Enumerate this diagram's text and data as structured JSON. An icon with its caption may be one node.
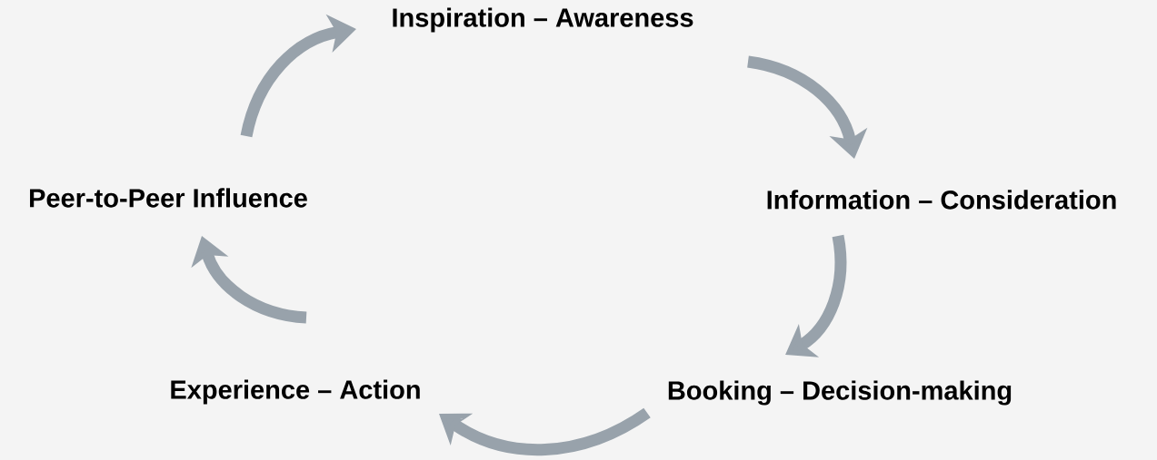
{
  "diagram": {
    "nodes": [
      {
        "text": [
          "Inspiration – Awareness"
        ]
      },
      {
        "text": [
          "Information – Consideration"
        ]
      },
      {
        "text": [
          "Booking – Decision-making"
        ]
      },
      {
        "text": [
          "Experience – Action"
        ]
      },
      {
        "text": [
          "Peer-to-Peer Influence"
        ]
      }
    ],
    "edges": [
      {
        "from": 0,
        "to": 1,
        "arrow": "to"
      },
      {
        "from": 1,
        "to": 2,
        "arrow": "to"
      },
      {
        "from": 2,
        "to": 3,
        "arrow": "to"
      },
      {
        "from": 3,
        "to": 4,
        "arrow": "to"
      },
      {
        "from": 4,
        "to": 0,
        "arrow": "to"
      }
    ]
  }
}
